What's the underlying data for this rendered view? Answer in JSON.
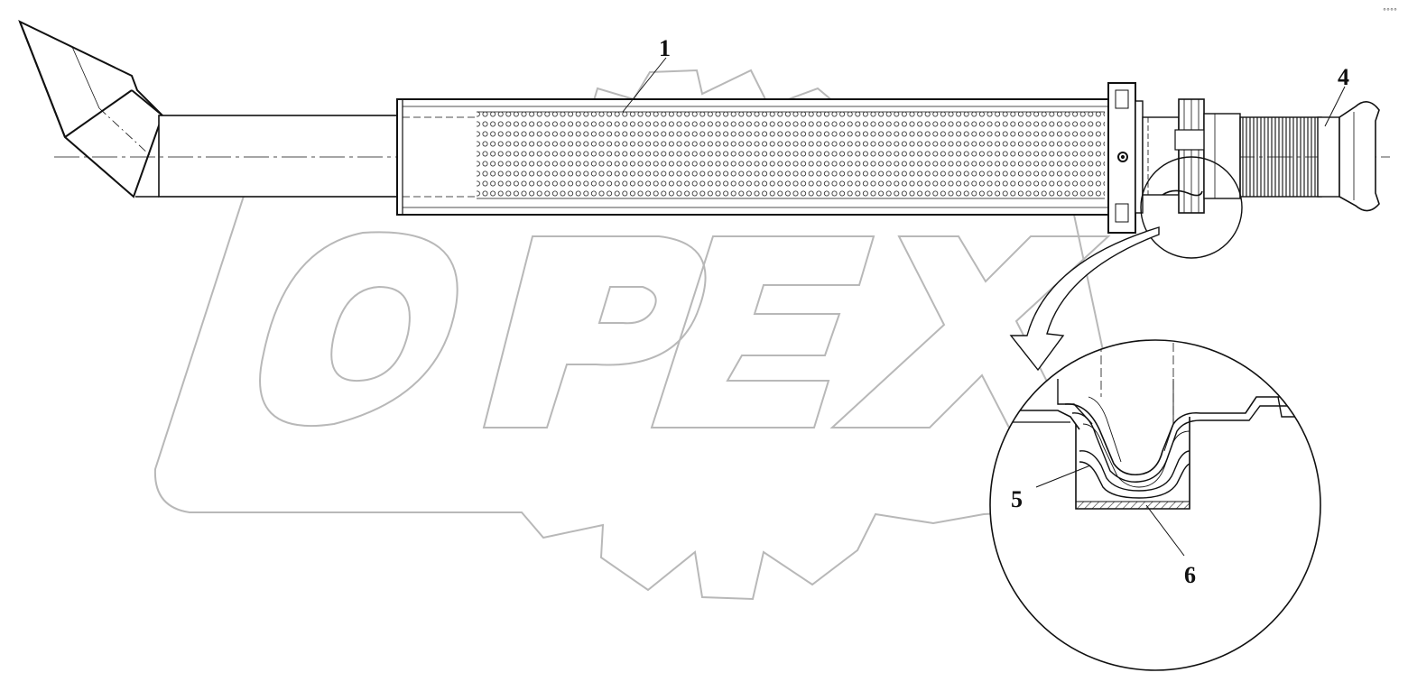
{
  "drawing": {
    "watermark": "OPEX",
    "corner_mark": "°°°°",
    "callouts": [
      {
        "id": "1",
        "label": "1"
      },
      {
        "id": "4",
        "label": "4"
      },
      {
        "id": "5",
        "label": "5"
      },
      {
        "id": "6",
        "label": "6"
      }
    ],
    "colors": {
      "line": "#111111",
      "watermark": "#b5b5b5",
      "background": "#ffffff"
    },
    "parts": [
      "rain-cap-elbow-icon",
      "exhaust-pipe",
      "perforated-muffler",
      "mounting-flange-icon",
      "clamp-icon",
      "corrugated-hose-icon",
      "detail-view-circle"
    ]
  }
}
